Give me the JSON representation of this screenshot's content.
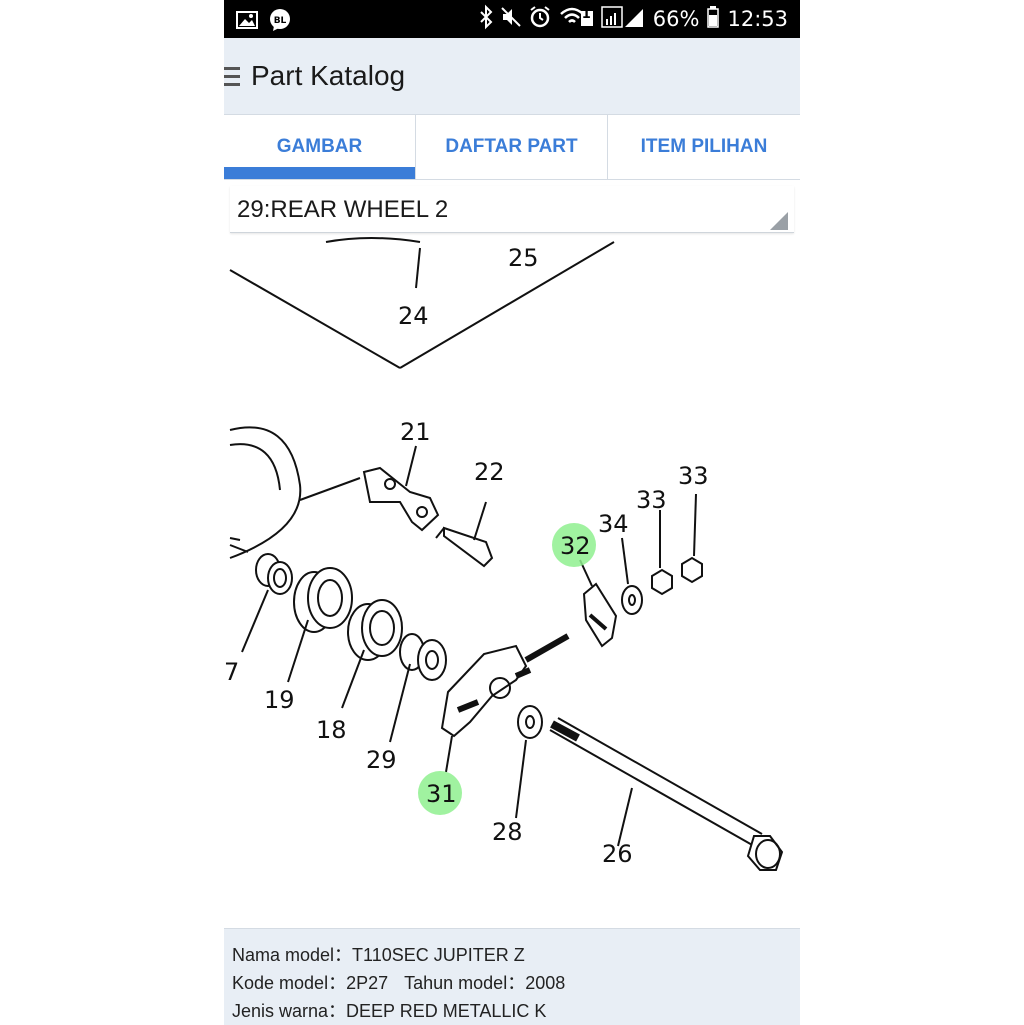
{
  "status_bar": {
    "battery": "66%",
    "time": "12:53",
    "notification_badge": "1",
    "icons": [
      "image-icon",
      "bl-app-icon",
      "bluetooth-icon",
      "mute-icon",
      "alarm-icon",
      "wifi-icon",
      "signal-icon",
      "battery-icon"
    ]
  },
  "app_bar": {
    "title": "Part Katalog",
    "menu_icon": "hamburger-menu-icon"
  },
  "tabs": [
    {
      "label": "GAMBAR",
      "active": true
    },
    {
      "label": "DAFTAR PART",
      "active": false
    },
    {
      "label": "ITEM PILIHAN",
      "active": false
    }
  ],
  "section": {
    "selected": "29:REAR WHEEL 2"
  },
  "diagram": {
    "callouts": [
      "25",
      "24",
      "21",
      "22",
      "33",
      "33",
      "34",
      "32",
      "7",
      "19",
      "18",
      "29",
      "31",
      "28",
      "26"
    ],
    "highlighted": [
      "32",
      "31"
    ],
    "highlight_color": "#8ff08f"
  },
  "footer": {
    "model_name_label": "Nama model：",
    "model_name": "T110SEC JUPITER Z",
    "model_code_label": "Kode model：",
    "model_code": "2P27",
    "model_year_label": "Tahun model：",
    "model_year": "2008",
    "color_label": "Jenis warna：",
    "color": "DEEP RED METALLIC K"
  },
  "colors": {
    "accent": "#3b7dd8",
    "app_bar_bg": "#e8eef5",
    "status_bar_bg": "#000000"
  }
}
